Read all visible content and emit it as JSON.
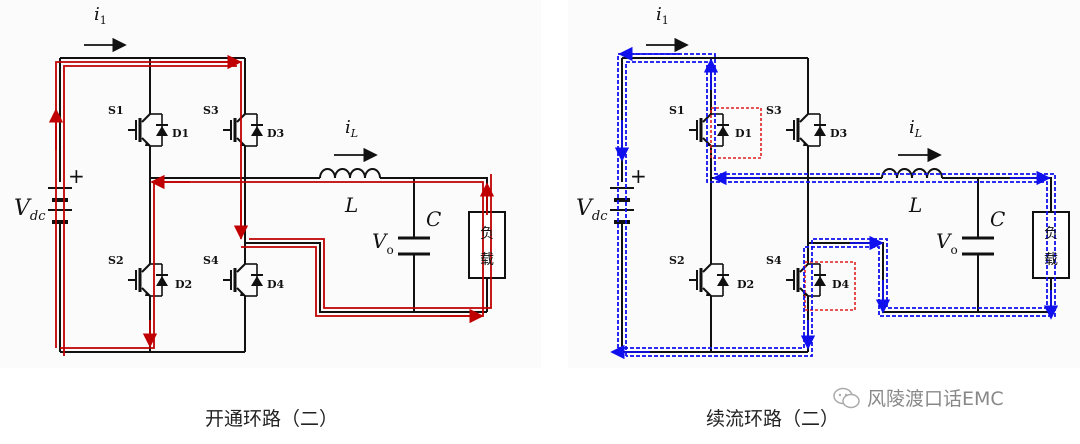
{
  "panels": [
    {
      "id": "on",
      "caption": "开通环路（二）",
      "current_label": "i",
      "current_sub": "1",
      "inductor_current": "i",
      "inductor_current_sub": "L",
      "source_label": "V",
      "source_sub": "dc",
      "plus": "+",
      "switches": [
        "S1",
        "S3",
        "S2",
        "S4"
      ],
      "diodes": [
        "D1",
        "D3",
        "D2",
        "D4"
      ],
      "inductor": "L",
      "capacitor": "C",
      "vout": "V",
      "vout_sub": "o",
      "load": [
        "负",
        "载"
      ],
      "loop_color": "#c00000"
    },
    {
      "id": "freewheel",
      "caption": "续流环路（二）",
      "current_label": "i",
      "current_sub": "1",
      "inductor_current": "i",
      "inductor_current_sub": "L",
      "source_label": "V",
      "source_sub": "dc",
      "plus": "+",
      "switches": [
        "S1",
        "S3",
        "S2",
        "S4"
      ],
      "diodes": [
        "D1",
        "D3",
        "D2",
        "D4"
      ],
      "inductor": "L",
      "capacitor": "C",
      "vout": "V",
      "vout_sub": "o",
      "load": [
        "负",
        "载"
      ],
      "loop_color": "#1010ee",
      "highlight_color": "#e02020"
    }
  ],
  "watermark": "风陵渡口话EMC"
}
